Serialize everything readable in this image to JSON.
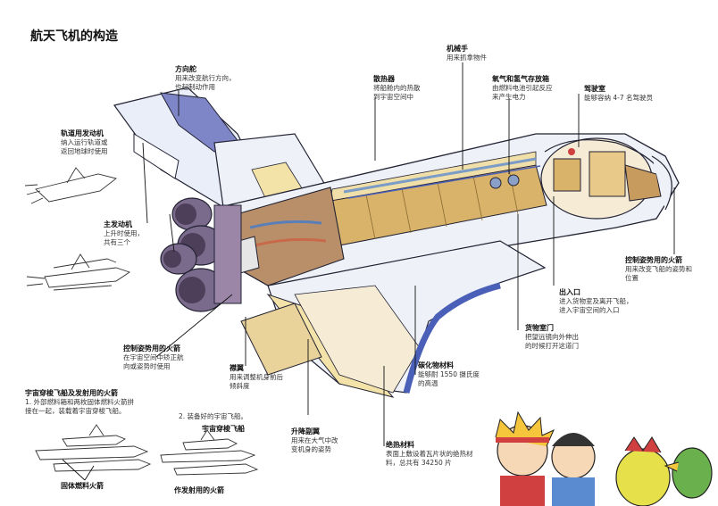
{
  "title": "航天飞机的构造",
  "labels": {
    "rudder": {
      "head": "方向舵",
      "lines": [
        "用来改变航行方向，",
        "也起制动作用"
      ]
    },
    "orbital_engine": {
      "head": "轨道用发动机",
      "lines": [
        "纳入运行轨道或",
        "返回地球时使用"
      ]
    },
    "main_engine": {
      "head": "主发动机",
      "lines": [
        "上升时使用，",
        "共有三个"
      ]
    },
    "control_rocket_rear": {
      "head": "控制姿势用的火箭",
      "lines": [
        "在宇宙空间中矫正航",
        "向或姿势时使用"
      ]
    },
    "radiator": {
      "head": "散热器",
      "lines": [
        "将船舱内的热散",
        "到宇宙空间中"
      ]
    },
    "robot_arm": {
      "head": "机械手",
      "lines": [
        "用来抓拿物件"
      ]
    },
    "tanks": {
      "head": "氧气和氢气存放箱",
      "lines": [
        "由燃料电池引起反应",
        "来产生电力"
      ]
    },
    "cockpit": {
      "head": "驾驶室",
      "lines": [
        "能够容纳 4-7 名驾驶员"
      ]
    },
    "control_rocket_front": {
      "head": "控制姿势用的火箭",
      "lines": [
        "用来改变飞船的姿势和",
        "位置"
      ]
    },
    "hatch": {
      "head": "出入口",
      "lines": [
        "进入货物室及离开飞船，",
        "进入宇宙空间的入口"
      ]
    },
    "cargo_door": {
      "head": "货物室门",
      "lines": [
        "把望远镜向外伸出",
        "的时候打开这道门"
      ]
    },
    "carbon": {
      "head": "碳化物材料",
      "lines": [
        "能够耐 1550 摄氏度",
        "的高温"
      ]
    },
    "insulation": {
      "head": "绝热材料",
      "lines": [
        "表面上敷设着瓦片状的绝热材",
        "料，总共有 34250 片"
      ]
    },
    "elevon": {
      "head": "升降副翼",
      "lines": [
        "用来在大气中改",
        "变机身的姿势"
      ]
    },
    "body_flap": {
      "head": "襟翼",
      "lines": [
        "用来调整机身前后",
        "倾斜度"
      ]
    },
    "launch": {
      "head": "宇宙穿梭飞船及发射用的火箭",
      "lines": [
        "1. 外部燃料箱和两枚固体燃料火箭拼",
        "接在一起，装载着宇宙穿梭飞船。"
      ]
    },
    "step2": {
      "head": "",
      "lines": [
        "2. 装备好的宇宙飞船。"
      ]
    },
    "shuttle_tag": {
      "head": "宇宙穿梭飞船",
      "lines": []
    },
    "srb_tag": {
      "head": "固体燃料火箭",
      "lines": []
    },
    "launch_rocket_tag": {
      "head": "作发射用的火箭",
      "lines": []
    }
  },
  "colors": {
    "cargo": "#d9b36a",
    "hull": "#eef2f8",
    "wing_blue": "#7e86c8",
    "tile": "#f3e3a8",
    "nozzle": "#7a6a8c",
    "leading": "#4a5fb8",
    "engine_bay": "#b98f6a",
    "pipe": "#7a9cc7"
  }
}
